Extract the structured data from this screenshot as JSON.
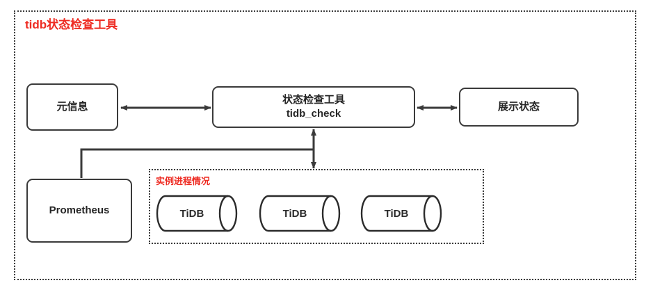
{
  "diagram": {
    "title": "tidb状态检查工具",
    "title_color": "#ee2b22",
    "border_style": "dotted",
    "nodes": {
      "meta": {
        "label": "元信息"
      },
      "checker": {
        "label_line1": "状态检查工具",
        "label_line2": "tidb_check"
      },
      "display": {
        "label": "展示状态"
      },
      "prometheus": {
        "label": "Prometheus"
      }
    },
    "group": {
      "title": "实例进程情况",
      "title_color": "#ee2b22",
      "instances": [
        {
          "label": "TiDB"
        },
        {
          "label": "TiDB"
        },
        {
          "label": "TiDB"
        }
      ]
    },
    "connections": [
      {
        "from": "元信息",
        "to": "状态检查工具 tidb_check",
        "type": "bidirectional"
      },
      {
        "from": "状态检查工具 tidb_check",
        "to": "展示状态",
        "type": "bidirectional"
      },
      {
        "from": "状态检查工具 tidb_check",
        "to": "实例进程情况",
        "type": "bidirectional"
      },
      {
        "from": "状态检查工具 tidb_check",
        "to": "Prometheus",
        "type": "line"
      }
    ]
  }
}
